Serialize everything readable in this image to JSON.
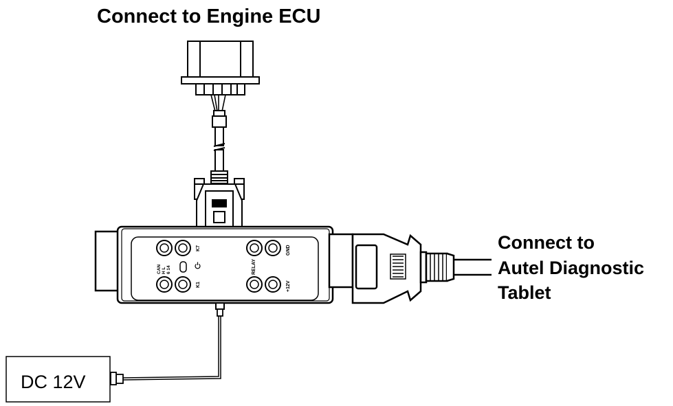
{
  "labels": {
    "ecu": "Connect to Engine ECU",
    "tablet_line1": "Connect to",
    "tablet_line2": "Autel Diagnostic",
    "tablet_line3": "Tablet",
    "power": "DC 12V"
  },
  "ports": {
    "k7": "K7",
    "k1": "K1",
    "gnd": "GND",
    "relay": "RELAY",
    "plus12v": "+12V",
    "can_line1": "CAN",
    "can_line2": "H   L",
    "can_line3": "6  14"
  },
  "colors": {
    "line": "#000000",
    "background": "#ffffff"
  },
  "icons": {
    "power_symbol": "power-icon"
  }
}
